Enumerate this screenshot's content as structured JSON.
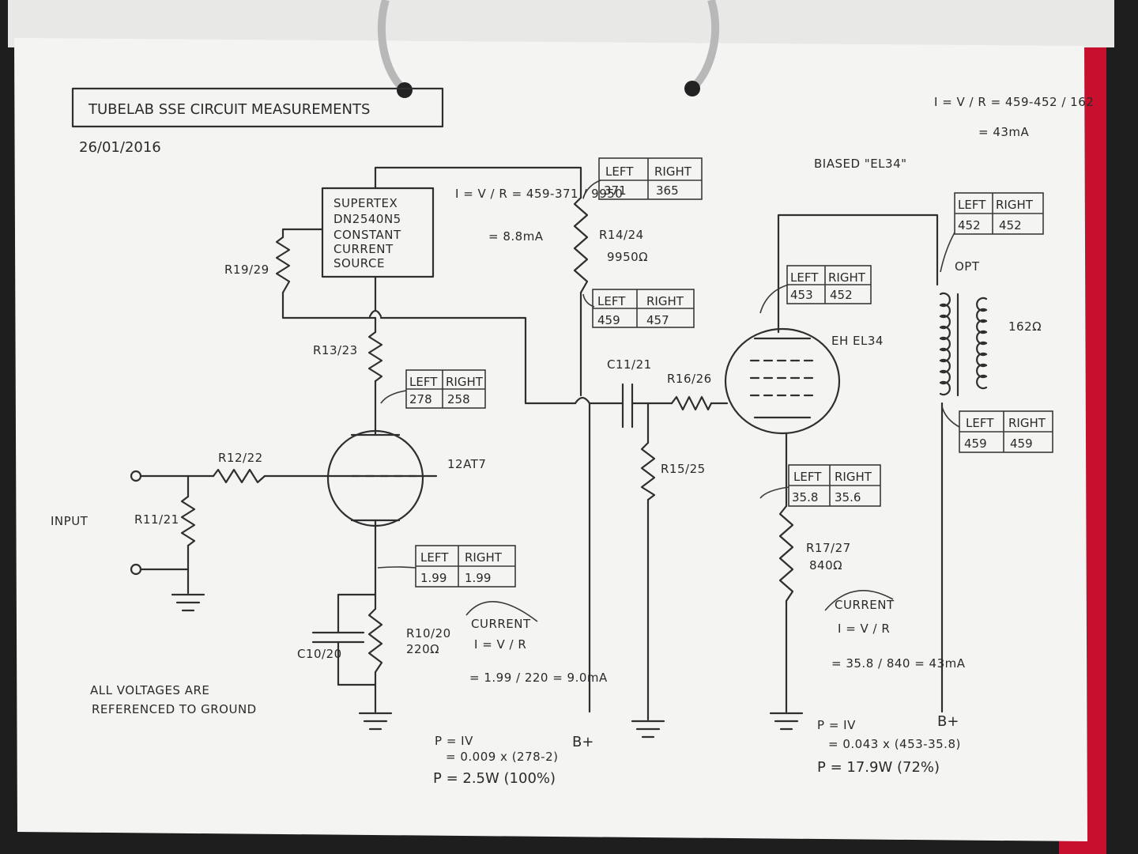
{
  "title": "TUBELAB SSE CIRCUIT MEASUREMENTS",
  "date": "26/01/2016",
  "biased_note": "BIASED \"EL34\"",
  "table_headers": {
    "left": "LEFT",
    "right": "RIGHT"
  },
  "ccs_lines": [
    "SUPERTEX",
    "DN2540N5",
    "CONSTANT",
    "CURRENT",
    "SOURCE"
  ],
  "components": {
    "r19": "R19/29",
    "r13": "R13/23",
    "r12": "R12/22",
    "r11": "R11/21",
    "r10": "R10/20",
    "r10_value": "220Ω",
    "c10": "C10/20",
    "r14": "R14/24",
    "r14_value": "9950Ω",
    "c11": "C11/21",
    "r16": "R16/26",
    "r15": "R15/25",
    "r17": "R17/27",
    "r17_value": "840Ω",
    "tube1": "12AT7",
    "tube2": "EH EL34",
    "opt": "OPT",
    "opt_value": "162Ω",
    "input": "INPUT",
    "bplus1": "B+",
    "bplus2": "B+"
  },
  "tables": [
    {
      "id": "r14-top",
      "left": "371",
      "right": "365"
    },
    {
      "id": "r14-bottom",
      "left": "459",
      "right": "457"
    },
    {
      "id": "v1-anode",
      "left": "278",
      "right": "258"
    },
    {
      "id": "v1-cathode",
      "left": "1.99",
      "right": "1.99"
    },
    {
      "id": "v2-anode",
      "left": "453",
      "right": "452"
    },
    {
      "id": "v2-cathode",
      "left": "35.8",
      "right": "35.6"
    },
    {
      "id": "opt-top",
      "left": "452",
      "right": "452"
    },
    {
      "id": "opt-bottom",
      "left": "459",
      "right": "459"
    }
  ],
  "calc_r14": [
    "I = V / R = 459-371 / 9950",
    "= 8.8mA"
  ],
  "calc_opt": [
    "I = V / R = 459-452 / 162",
    "= 43mA"
  ],
  "calc_v1_current": [
    "CURRENT",
    "I = V / R",
    "= 1.99 / 220 = 9.0mA"
  ],
  "calc_v1_power": [
    "P = IV",
    "= 0.009 x (278-2)",
    "P = 2.5W (100%)"
  ],
  "calc_v2_current": [
    "CURRENT",
    "I = V / R",
    "= 35.8 / 840 = 43mA"
  ],
  "calc_v2_power": [
    "P = IV",
    "= 0.043 x (453-35.8)",
    "P = 17.9W (72%)"
  ],
  "footnote": [
    "ALL VOLTAGES ARE",
    "REFERENCED TO GROUND"
  ],
  "colors": {
    "paper": "#f4f4f2",
    "binder": "#c8102e",
    "ink": "#2f2f2f"
  }
}
